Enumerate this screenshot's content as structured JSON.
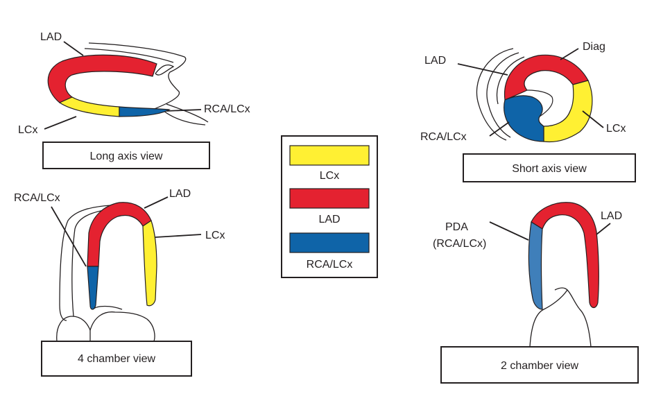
{
  "colors": {
    "lcx": "#fff033",
    "lad": "#e42230",
    "rca_lcx": "#0f64a8",
    "pda": "#3f7fba",
    "outline": "#231f20"
  },
  "long_axis": {
    "caption": "Long axis view",
    "label_lad": "LAD",
    "label_lcx": "LCx",
    "label_rca_lcx": "RCA/LCx"
  },
  "short_axis": {
    "caption": "Short axis view",
    "label_lad": "LAD",
    "label_diag": "Diag",
    "label_lcx": "LCx",
    "label_rca_lcx": "RCA/LCx"
  },
  "four_chamber": {
    "caption": "4 chamber view",
    "label_rca_lcx": "RCA/LCx",
    "label_lad": "LAD",
    "label_lcx": "LCx"
  },
  "two_chamber": {
    "caption": "2 chamber view",
    "label_pda_1": "PDA",
    "label_pda_2": "(RCA/LCx)",
    "label_lad": "LAD"
  },
  "legend": {
    "items": [
      {
        "label": "LCx",
        "color_key": "lcx"
      },
      {
        "label": "LAD",
        "color_key": "lad"
      },
      {
        "label": "RCA/LCx",
        "color_key": "rca_lcx"
      }
    ]
  }
}
